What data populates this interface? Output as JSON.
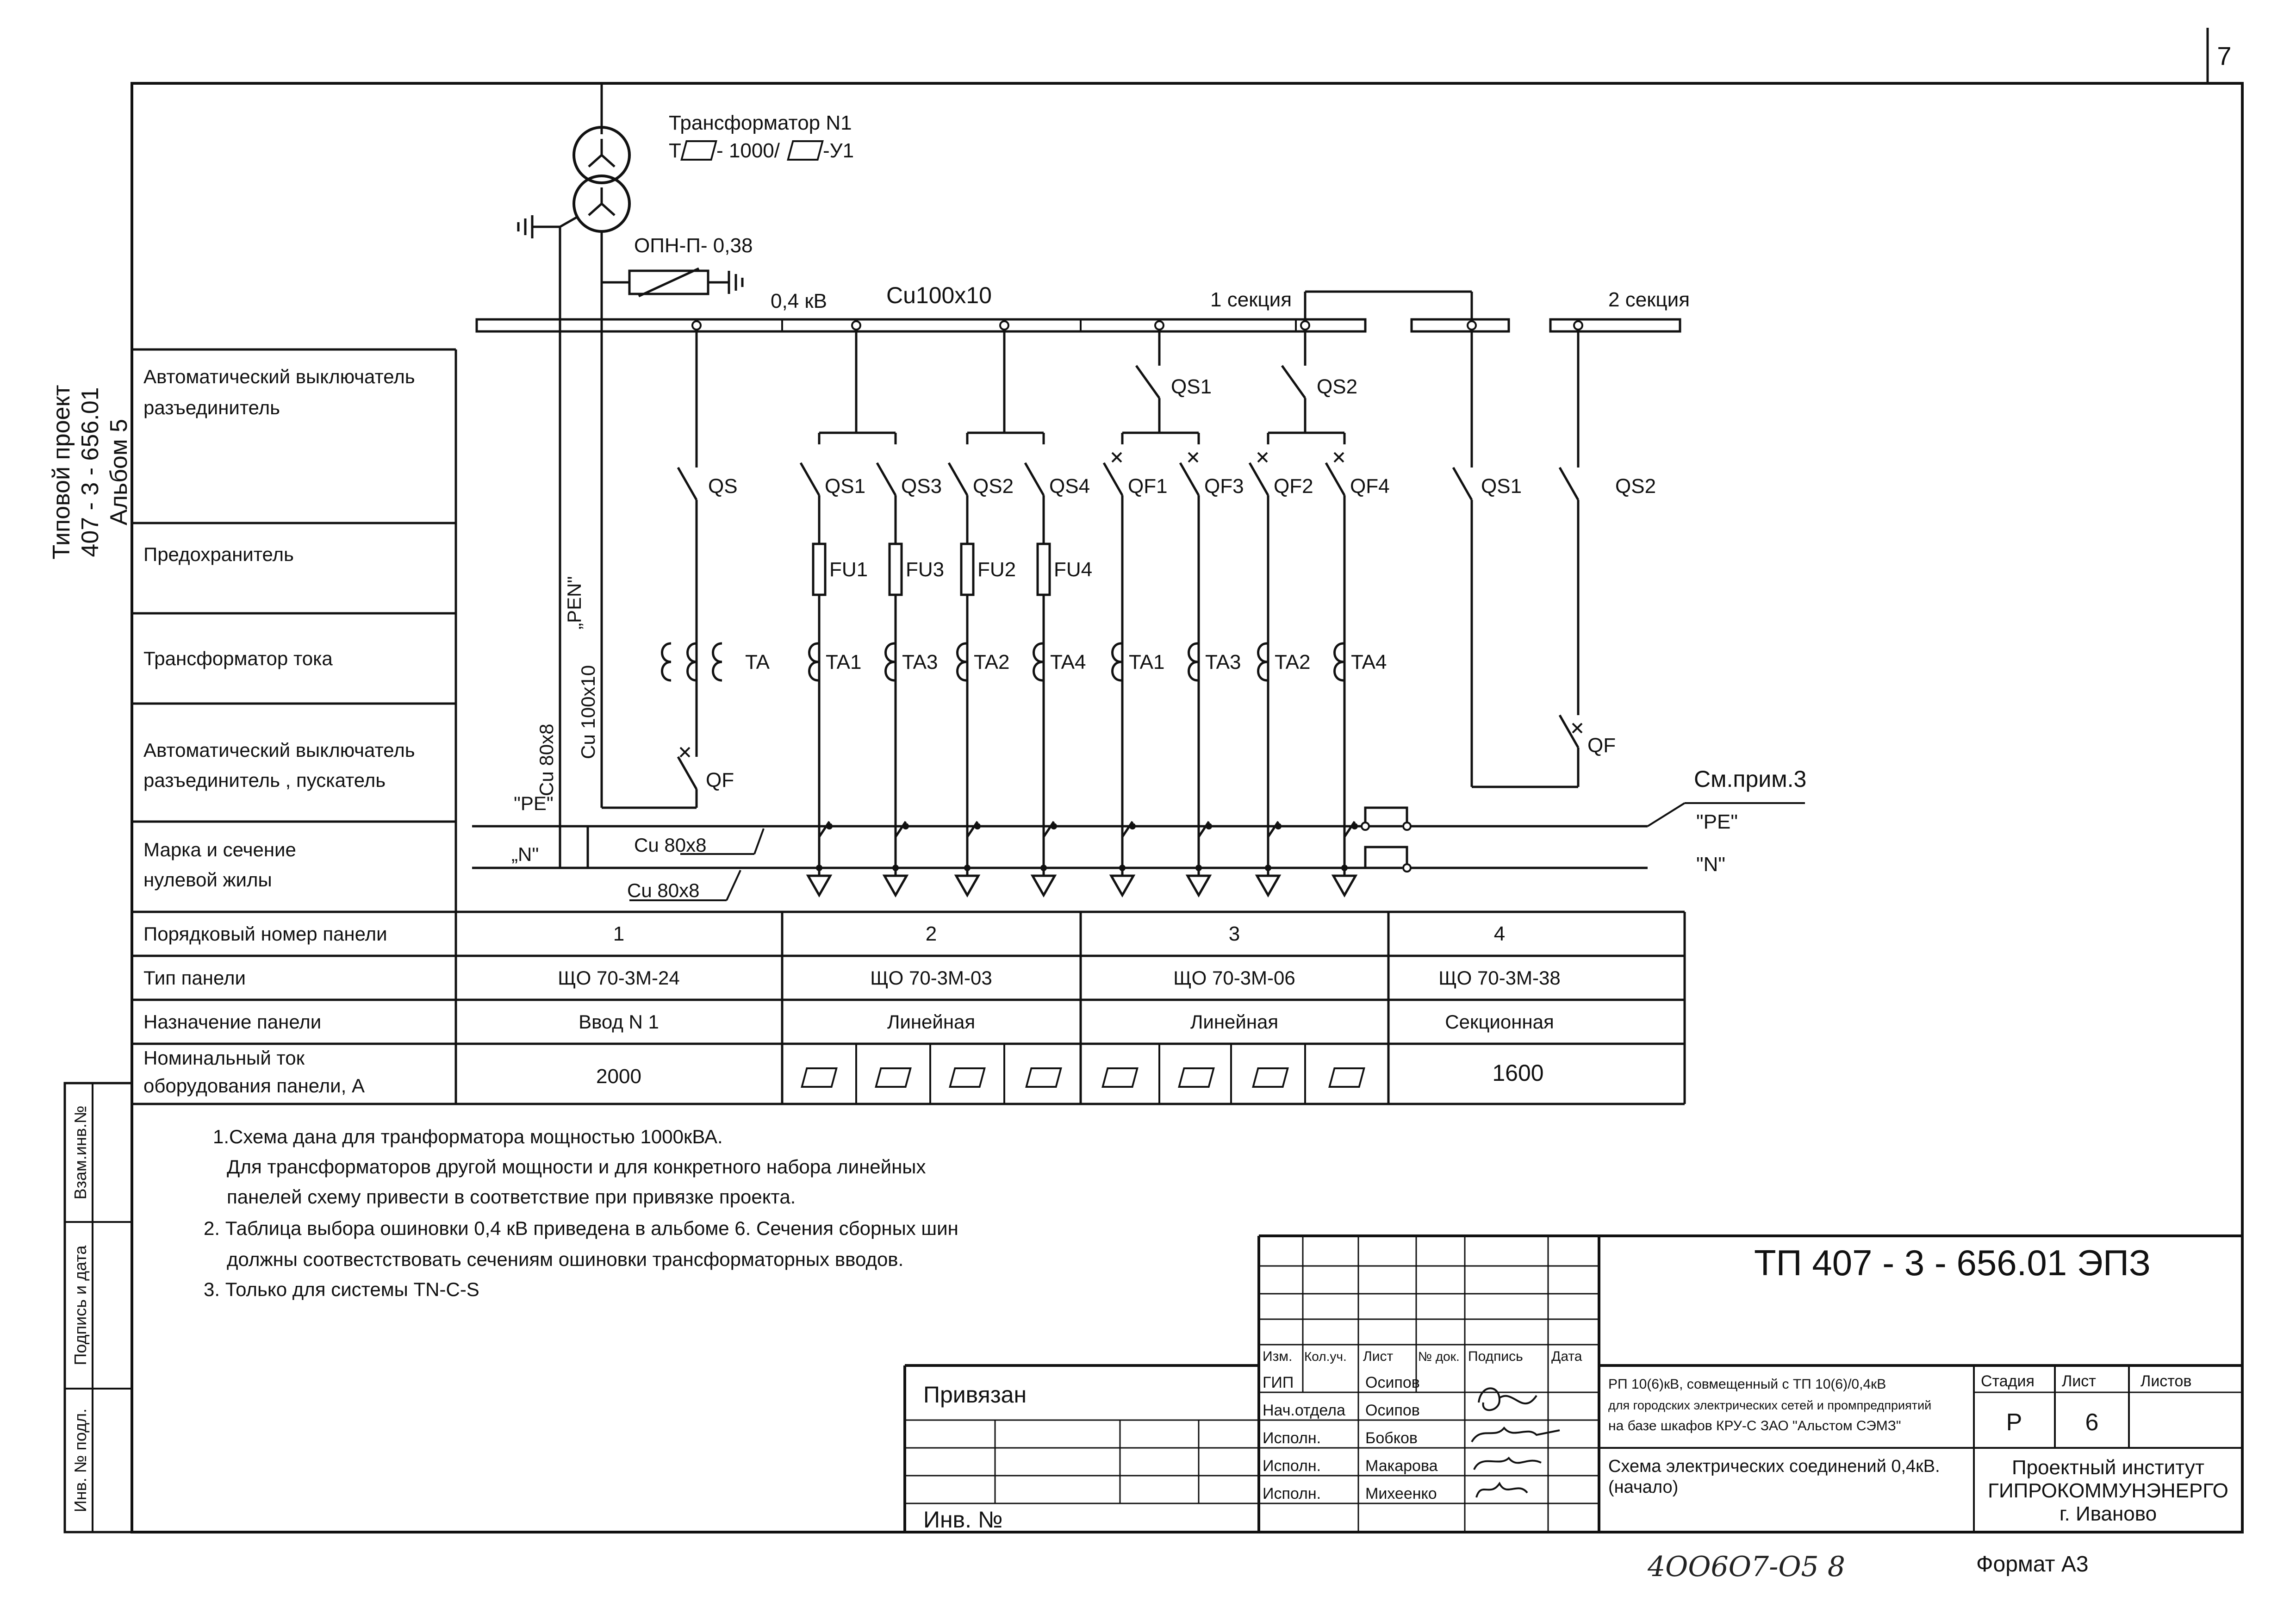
{
  "sheet": {
    "number": "7",
    "format": "Формат А3",
    "handwritten": "4ОО6О7-О5   8"
  },
  "side_stamp": {
    "line1": "Типовой проект",
    "line2": "407 - 3 - 656.01",
    "line3": "Альбом 5"
  },
  "left_strip": {
    "vzam": "Взам.инв.№",
    "podpis": "Подпись и дата",
    "inv": "Инв. № подл."
  },
  "transformer": {
    "title": "Трансформатор N1",
    "model_prefix": "Т",
    "model_mid": "- 1000/",
    "model_suffix": "-У1",
    "arrester": "ОПН-П- 0,38",
    "voltage": "0,4 кВ",
    "busbar": "Cu100x10",
    "section1": "1 секция",
    "section2": "2 секция"
  },
  "row_labels": {
    "breaker1_l1": "Автоматический выключатель",
    "breaker1_l2": "разъединитель",
    "fuse": "Предохранитель",
    "ct": "Трансформатор тока",
    "breaker2_l1": "Автоматический выключатель",
    "breaker2_l2": "разъединитель    , пускатель",
    "neutral_l1": "Марка и сечение",
    "neutral_l2": "нулевой жилы"
  },
  "conductors": {
    "pen": "„PEN\"",
    "cu80": "Cu 80x8",
    "cu100": "Cu 100x10",
    "pe": "\"PE\"",
    "n": "„N\"",
    "cu80_a": "Cu 80x8",
    "cu80_b": "Cu 80x8",
    "note_ref": "См.прим.3",
    "pe_right": "\"PE\"",
    "n_right": "\"N\""
  },
  "devices": {
    "qs": "QS",
    "qf": "QF",
    "ta": "TA",
    "p2": {
      "switches": [
        "QS1",
        "QS3",
        "QS2",
        "QS4"
      ],
      "fuses": [
        "FU1",
        "FU3",
        "FU2",
        "FU4"
      ],
      "cts": [
        "TA1",
        "TA3",
        "TA2",
        "TA4"
      ]
    },
    "p3": {
      "top": [
        "QS1",
        "QS2"
      ],
      "breakers": [
        "QF1",
        "QF3",
        "QF2",
        "QF4"
      ],
      "cts": [
        "TA1",
        "TA3",
        "TA2",
        "TA4"
      ]
    },
    "p4": {
      "switches": [
        "QS1",
        "QS2"
      ],
      "qf": "QF"
    }
  },
  "panel_table": {
    "rows": [
      {
        "label": "Порядковый номер панели",
        "values": [
          "1",
          "2",
          "3",
          "4"
        ]
      },
      {
        "label": "Тип панели",
        "values": [
          "ЩО 70-3М-24",
          "ЩО 70-3М-03",
          "ЩО 70-3М-06",
          "ЩО 70-3М-38"
        ]
      },
      {
        "label": "Назначение панели",
        "values": [
          "Ввод N 1",
          "Линейная",
          "Линейная",
          "Секционная"
        ]
      }
    ],
    "current_label_l1": "Номинальный ток",
    "current_label_l2": "оборудования панели, А",
    "current_values": [
      "2000",
      "1600"
    ]
  },
  "notes": [
    "1.Схема дана для транформатора мощностью 1000кВА.",
    "Для трансформаторов другой мощности и для конкретного набора линейных",
    "панелей схему привести в соответствие при привязке проекта.",
    "2. Таблица выбора ошиновки 0,4 кВ приведена в альбоме 6. Сечения сборных шин",
    "должны соотвестствовать сечениям ошиновки трансформаторных вводов.",
    "3. Только для системы  TN-C-S"
  ],
  "title_block": {
    "code": "ТП  407 - 3 - 656.01     ЭПЗ",
    "bound": "Привязан",
    "inv": "Инв. №",
    "headers": [
      "Изм.",
      "Кол.уч.",
      "Лист",
      "№ док.",
      "Подпись",
      "Дата"
    ],
    "roles": [
      "ГИП",
      "Нач.отдела",
      "Исполн.",
      "Исполн.",
      "Исполн."
    ],
    "names": [
      "Осипов",
      "Осипов",
      "Бобков",
      "Макарова",
      "Михеенко"
    ],
    "desc_l1": "РП 10(6)кВ, совмещенный с ТП 10(6)/0,4кВ",
    "desc_l2": "для городских электрических сетей и промпредприятий",
    "desc_l3": "на базе шкафов КРУ-С ЗАО \"Альстом СЭМЗ\"",
    "title_l1": "Схема  электрических соединений 0,4кВ.",
    "title_l2": "(начало)",
    "stage_h": "Стадия",
    "sheet_h": "Лист",
    "sheets_h": "Листов",
    "stage": "Р",
    "sheet": "6",
    "org_l1": "Проектный институт",
    "org_l2": "ГИПРОКОММУНЭНЕРГО",
    "org_l3": "г. Иваново"
  }
}
